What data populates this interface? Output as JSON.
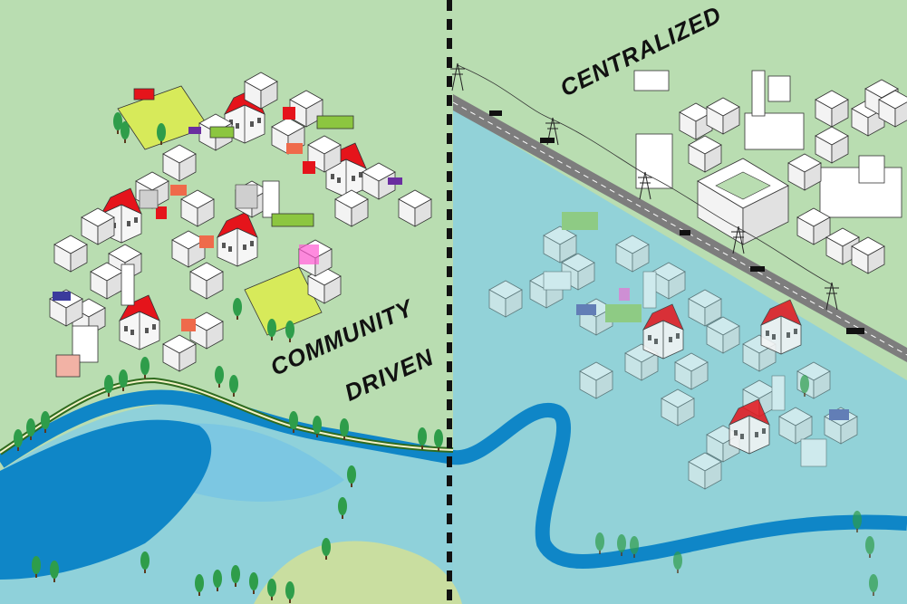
{
  "labels": {
    "centralized": "CENTRALIZED",
    "community": "COMMUNITY",
    "driven": "DRIVEN"
  },
  "colors": {
    "land": "#b9ddb1",
    "river": "#0f86c7",
    "flood": "#8fd1da",
    "roof_red": "#e5141b",
    "green_roof": "#8cc640",
    "road": "#7d7d7d",
    "divider": "#111111"
  },
  "icons": [
    "house-icon",
    "tree-icon",
    "truck-icon",
    "power-pylon-icon",
    "car-icon"
  ]
}
